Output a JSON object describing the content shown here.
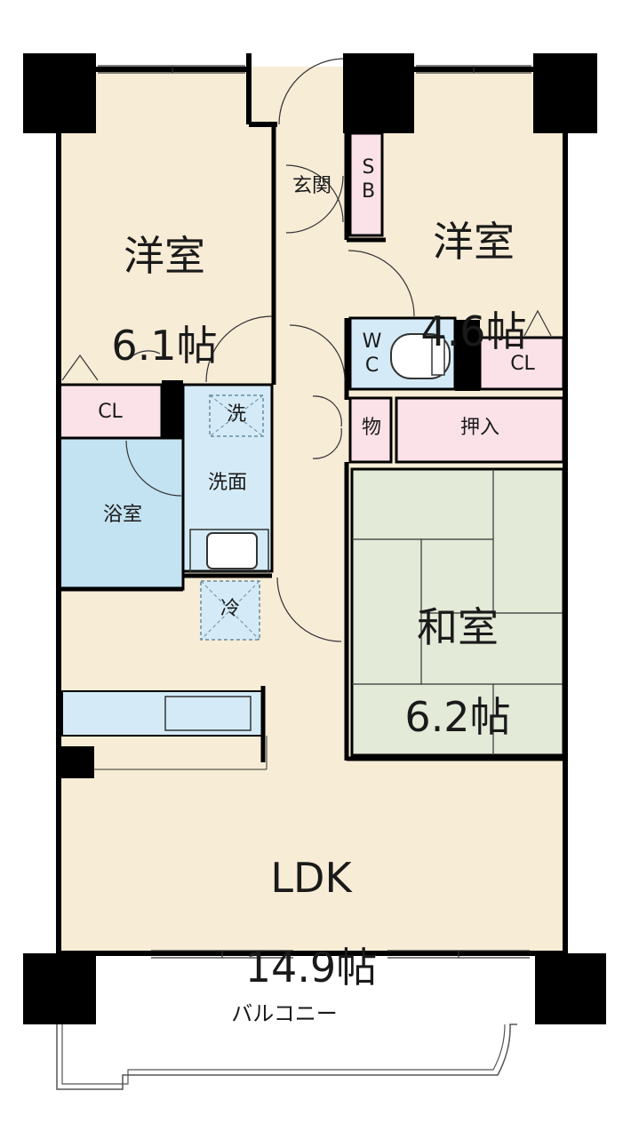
{
  "floor_plan": {
    "rooms": {
      "western_left": {
        "name": "洋室",
        "size": "6.1帖"
      },
      "western_right": {
        "name": "洋室",
        "size": "4.6帖"
      },
      "japanese": {
        "name": "和室",
        "size": "6.2帖"
      },
      "ldk": {
        "name": "LDK",
        "size": "14.9帖"
      }
    },
    "labels": {
      "entrance": "玄関",
      "shoe_box": "SB",
      "toilet": "WC",
      "closet_left": "CL",
      "closet_right": "CL",
      "storage": "物",
      "oshiire": "押入",
      "washer": "洗",
      "washroom": "洗面",
      "bathroom": "浴室",
      "fridge": "冷",
      "balcony": "バルコニー"
    },
    "colors": {
      "room_fill": "#f7ecd6",
      "closet_fill": "#fbe1e8",
      "wet_fill": "#d4ebf7",
      "bath_fill": "#c3e2f2",
      "tatami_fill": "#e3ead8",
      "wall": "#000000",
      "balcony_fill": "#ffffff"
    }
  }
}
